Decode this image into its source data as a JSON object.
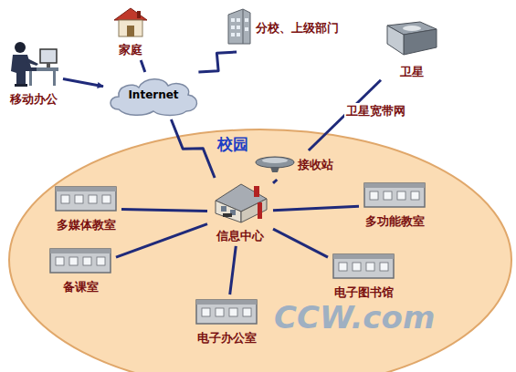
{
  "diagram": {
    "nodes": [
      {
        "text": [
          "移动办公"
        ]
      },
      {
        "text": [
          "家庭"
        ]
      },
      {
        "text": [
          "分校、上级部门"
        ]
      },
      {
        "text": [
          "卫星"
        ]
      },
      {
        "text": [
          "Internet"
        ]
      },
      {
        "text": [
          "校园"
        ]
      },
      {
        "text": [
          "接收站"
        ],
        "in": 5
      },
      {
        "text": [
          "信息中心"
        ],
        "in": 5
      },
      {
        "text": [
          "多媒体教室"
        ],
        "in": 5
      },
      {
        "text": [
          "多功能教室"
        ],
        "in": 5
      },
      {
        "text": [
          "备课室"
        ],
        "in": 5
      },
      {
        "text": [
          "电子图书馆"
        ],
        "in": 5
      },
      {
        "text": [
          "电子办公室"
        ],
        "in": 5
      }
    ],
    "edges": [
      {
        "from": 0,
        "to": 4,
        "arrow": "to"
      },
      {
        "from": 1,
        "to": 4,
        "arrow": "none"
      },
      {
        "from": 2,
        "to": 4,
        "arrow": "none"
      },
      {
        "from": 4,
        "to": 7,
        "arrow": "none"
      },
      {
        "from": 3,
        "to": 6,
        "label": "卫星宽带网",
        "arrow": "none"
      },
      {
        "from": 6,
        "to": 7,
        "arrow": "none"
      },
      {
        "from": 7,
        "to": 8,
        "arrow": "none"
      },
      {
        "from": 7,
        "to": 9,
        "arrow": "none"
      },
      {
        "from": 7,
        "to": 10,
        "arrow": "none"
      },
      {
        "from": 7,
        "to": 11,
        "arrow": "none"
      },
      {
        "from": 7,
        "to": 12,
        "arrow": "none"
      }
    ],
    "labels": [
      "CCW.com"
    ]
  }
}
